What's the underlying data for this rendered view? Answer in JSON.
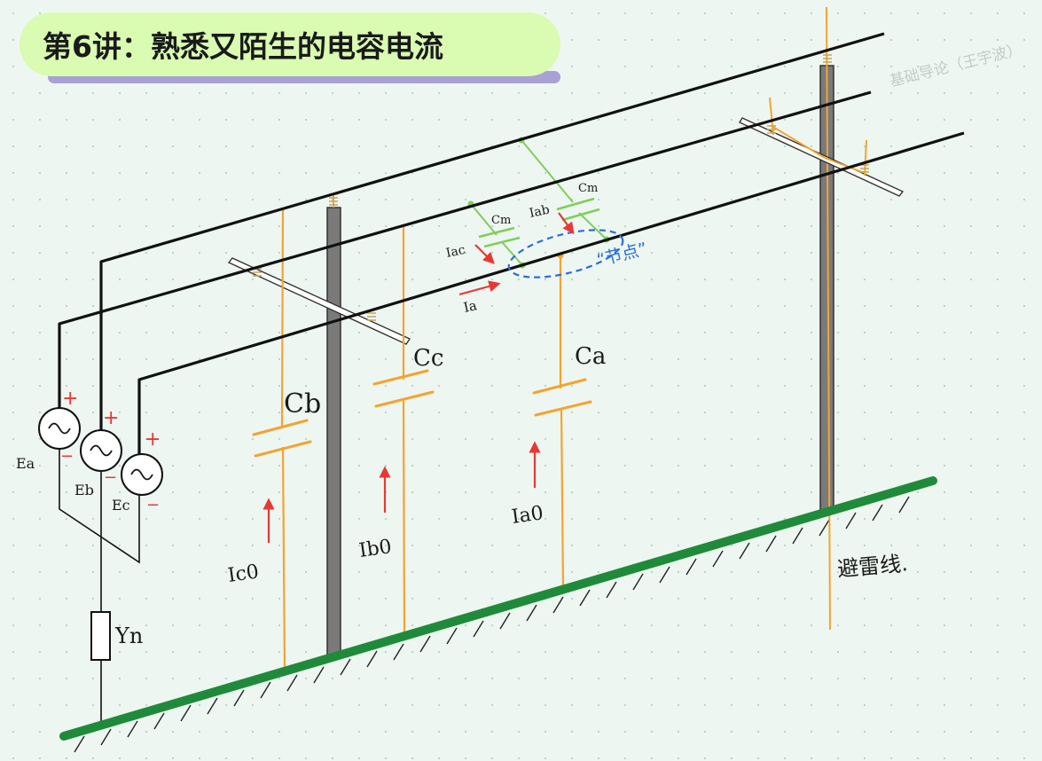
{
  "title": "第6讲：熟悉又陌生的电容电流",
  "watermark": "基础导论（王宇波）",
  "labels": {
    "cb": "Cb",
    "cc": "Cc",
    "ca": "Ca",
    "cm1": "Cm",
    "cm2": "Cm",
    "iac": "Iac",
    "iab": "Iab",
    "ia": "Ia",
    "node": "“节点”",
    "ia0": "Ia0",
    "ib0": "Ib0",
    "ic0": "Ic0",
    "ea": "Ea",
    "eb": "Eb",
    "ec": "Ec",
    "plus_a": "+",
    "plus_b": "+",
    "plus_c": "+",
    "minus_a": "−",
    "minus_b": "−",
    "minus_c": "−",
    "yn": "Yn",
    "lightning_wire": "避雷线."
  },
  "colors": {
    "wire": "#111111",
    "capacitor": "#f2a431",
    "mutual_capacitor": "#7fce5a",
    "arrow": "#e53935",
    "node_ellipse": "#2b6fd6",
    "node_text": "#2b6fd6",
    "ground": "#1f8b3a",
    "pole": "#7a7a7a",
    "title_bg": "#d9fbb2",
    "title_shadow": "#a9a0d4"
  }
}
